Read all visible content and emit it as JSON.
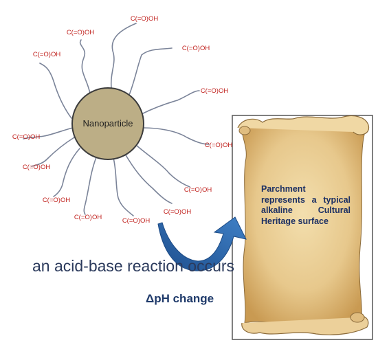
{
  "nanoparticle": {
    "label": "Nanoparticle"
  },
  "ligand_label": "C(=O)OH",
  "caption": "an acid-base reaction occurs",
  "ph_change": "ΔpH change",
  "parchment": {
    "text": "Parchment represents a typical alkaline Cultural Heritage surface"
  },
  "colors": {
    "ligand_text": "#c0201c",
    "core_fill": "#bcae86",
    "arrow": "#2f67a8",
    "text_blue": "#1f3a6a",
    "parchment": "#e9cf99"
  }
}
